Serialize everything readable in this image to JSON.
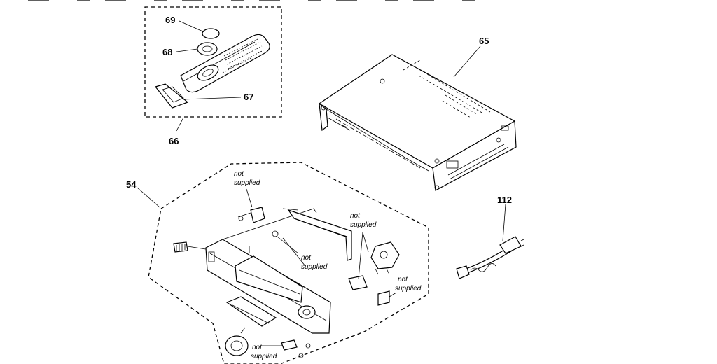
{
  "parts": {
    "p54": "54",
    "p65": "65",
    "p66": "66",
    "p67": "67",
    "p68": "68",
    "p69": "69",
    "p112": "112"
  },
  "notes": {
    "not": "not",
    "supplied": "supplied"
  }
}
